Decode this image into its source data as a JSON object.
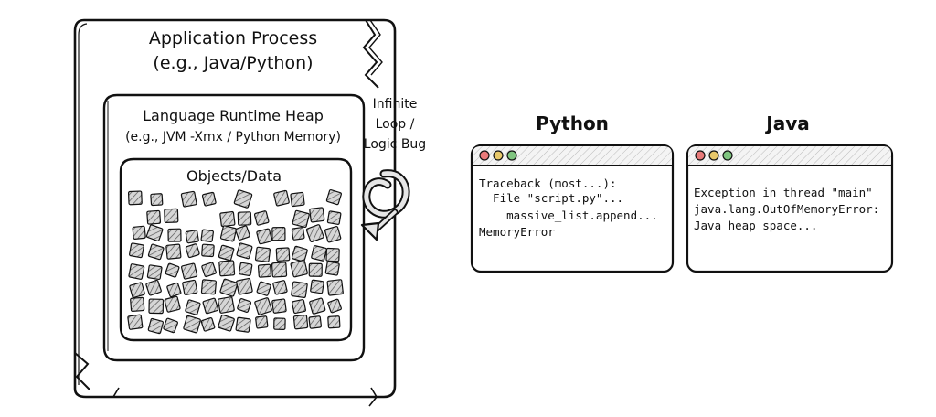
{
  "diagram": {
    "app_process": {
      "title": "Application Process",
      "subtitle": "(e.g., Java/Python)"
    },
    "runtime_heap": {
      "title": "Language Runtime Heap",
      "subtitle": "(e.g., JVM -Xmx / Python Memory)"
    },
    "objects": {
      "title": "Objects/Data"
    },
    "loop_label": {
      "line1": "Infinite",
      "line2": "Loop /",
      "line3": "Logic Bug"
    }
  },
  "terminals": [
    {
      "heading": "Python",
      "lines": [
        "Traceback (most...):",
        "  File \"script.py\"...",
        "    massive_list.append...",
        "MemoryError"
      ],
      "dot_colors": [
        "#e87a7a",
        "#e8c86a",
        "#7fc47f"
      ]
    },
    {
      "heading": "Java",
      "lines": [
        "Exception in thread \"main\"",
        "java.lang.OutOfMemoryError:",
        "Java heap space..."
      ],
      "dot_colors": [
        "#e87a7a",
        "#e8c86a",
        "#7fc47f"
      ]
    }
  ],
  "colors": {
    "ink": "#111111",
    "box_fill": "#cfcfcf",
    "hatch": "#555555"
  }
}
